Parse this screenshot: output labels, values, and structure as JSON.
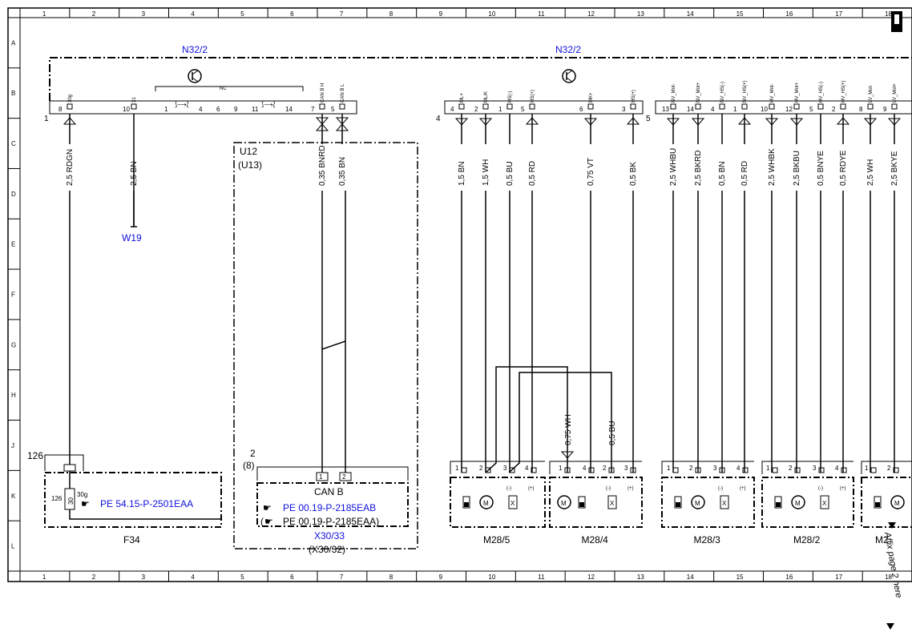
{
  "frame": {
    "columns": [
      "1",
      "2",
      "3",
      "4",
      "5",
      "6",
      "7",
      "8",
      "9",
      "10",
      "11",
      "12",
      "13",
      "14",
      "15",
      "16",
      "17",
      "18"
    ],
    "rows": [
      "A",
      "B",
      "C",
      "D",
      "E",
      "F",
      "G",
      "H",
      "J",
      "K",
      "L"
    ]
  },
  "modules": [
    {
      "name": "N32/2",
      "color": "#1010e0"
    },
    {
      "name": "N32/2",
      "color": "#1010e0"
    }
  ],
  "connectors": {
    "c1": "1",
    "c4": "4",
    "c5": "5",
    "nc": "NC"
  },
  "pins_left": [
    {
      "num": "8",
      "sig": "30g",
      "wire": "2,5 RDGN",
      "arrow": "up"
    },
    {
      "num": "10",
      "sig": "31",
      "wire": "2,5 BN",
      "arrow": ""
    },
    {
      "num": "7",
      "sig": "CAN B H",
      "wire": "0,35 BNRD",
      "arrow": "both"
    },
    {
      "num": "5",
      "sig": "CAN B L",
      "wire": "0,35 BN",
      "arrow": "both"
    }
  ],
  "nc_pins": [
    "1",
    "4",
    "6",
    "9",
    "11",
    "14"
  ],
  "pins_right": [
    {
      "num": "4",
      "sig": "ML+",
      "wire": "1,5 BN",
      "arrow": "down"
    },
    {
      "num": "2",
      "sig": "ML/K",
      "wire": "1,5 WH",
      "arrow": "down"
    },
    {
      "num": "1",
      "sig": "HS(-)",
      "wire": "0,5 BU",
      "arrow": ""
    },
    {
      "num": "5",
      "sig": "HS(+)",
      "wire": "0,5 RD",
      "arrow": "up"
    },
    {
      "num": "6",
      "sig": "MK+",
      "wire": "0,75 VT",
      "arrow": "down"
    },
    {
      "num": "3",
      "sig": "HS(+)",
      "wire": "0,5 BK",
      "arrow": "up"
    },
    {
      "num": "13",
      "sig": "NV_Mot-",
      "wire": "2,5 WHBU",
      "arrow": "down"
    },
    {
      "num": "14",
      "sig": "NV_Mot+",
      "wire": "2,5 BKRD",
      "arrow": "down"
    },
    {
      "num": "4",
      "sig": "NV_HS(-)",
      "wire": "0,5 BN",
      "arrow": ""
    },
    {
      "num": "1",
      "sig": "NV_HS(+)",
      "wire": "0,5 RD",
      "arrow": "up"
    },
    {
      "num": "10",
      "sig": "HV_Mot-",
      "wire": "2,5 WHBK",
      "arrow": "down"
    },
    {
      "num": "12",
      "sig": "HV_Mot+",
      "wire": "2,5 BKBU",
      "arrow": "down"
    },
    {
      "num": "5",
      "sig": "HV_HS(-)",
      "wire": "0,5 BNYE",
      "arrow": ""
    },
    {
      "num": "2",
      "sig": "HV_HS(+)",
      "wire": "0,5 RDYE",
      "arrow": "up"
    },
    {
      "num": "8",
      "sig": "LV_Mot-",
      "wire": "2,5 WH",
      "arrow": "down"
    },
    {
      "num": "9",
      "sig": "LV_Mot+",
      "wire": "2,5 BKYE",
      "arrow": "down"
    }
  ],
  "w19": "W19",
  "u12": {
    "name": "U12",
    "alt": "(U13)"
  },
  "x30": {
    "name": "X30/33",
    "alt": "(X30/32)",
    "canb": "CAN B",
    "pin2": "2",
    "pin8": "(8)",
    "p1": "1",
    "p2": "2",
    "ref1": "PE 00.19-P-2185EAB",
    "ref2": "PE 00.19-P-2185EAA)",
    "ref2_prefix": "("
  },
  "f34": {
    "name": "F34",
    "num": "126",
    "inner": "126",
    "t30": "30",
    "t30g": "30g",
    "ref": "PE 54.15-P-2501EAA"
  },
  "m28_4_wires": {
    "w1": "0,75 WH",
    "w2": "0,5 BU"
  },
  "motors": [
    {
      "name": "M28/5",
      "pins": [
        "1",
        "2",
        "3",
        "4"
      ]
    },
    {
      "name": "M28/4",
      "pins": [
        "1",
        "4",
        "2",
        "3"
      ]
    },
    {
      "name": "M28/3",
      "pins": [
        "1",
        "2",
        "3",
        "4"
      ]
    },
    {
      "name": "M28/2",
      "pins": [
        "1",
        "2",
        "3",
        "4"
      ]
    },
    {
      "name": "M2",
      "pins": [
        "1",
        "2"
      ]
    }
  ],
  "motor_marks": {
    "minus": "(-)",
    "plus": "(+)",
    "m": "M",
    "x": "X"
  },
  "side_note": "Affix page 2 here"
}
